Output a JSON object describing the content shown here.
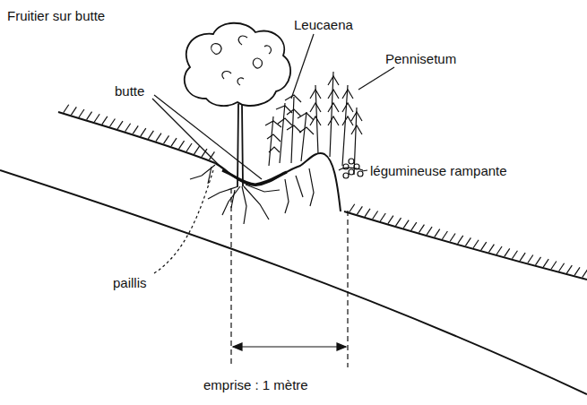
{
  "diagram": {
    "labels": [
      "Fruitier sur butte",
      "butte",
      "Leucaena",
      "Pennisetum",
      "légumineuse rampante",
      "paillis",
      "emprise : 1 mètre"
    ]
  }
}
